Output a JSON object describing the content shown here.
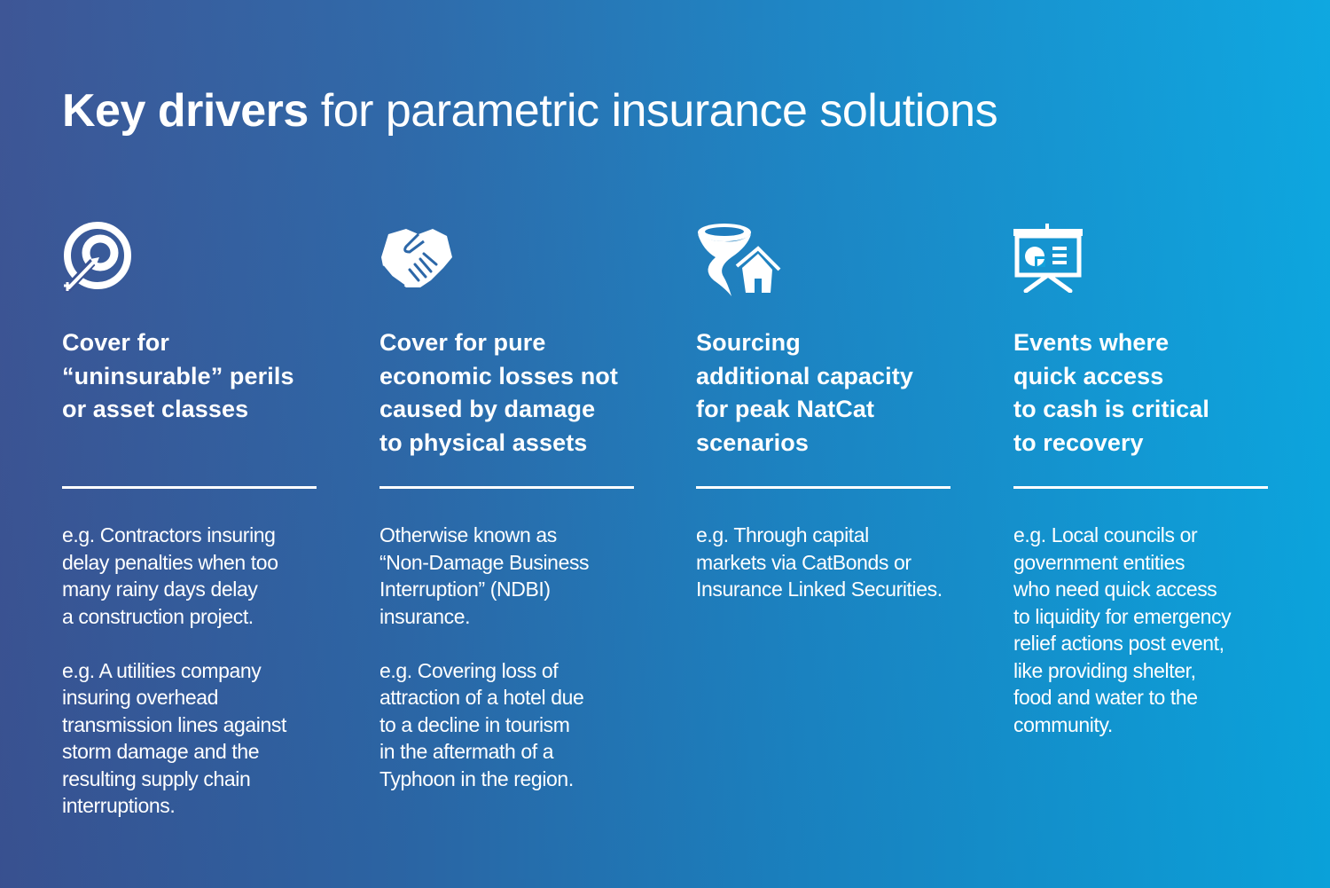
{
  "title": {
    "strong": "Key drivers",
    "light": " for parametric insurance solutions"
  },
  "colors": {
    "gradient_left": "#3a5394",
    "gradient_right": "#0aa6e0",
    "text": "#ffffff"
  },
  "columns": [
    {
      "icon": "target-arrow-icon",
      "heading_lines": [
        "Cover for",
        "“uninsurable” perils",
        "or asset classes"
      ],
      "paragraphs": [
        [
          "e.g. Contractors insuring",
          "delay penalties when too",
          "many rainy days delay",
          "a construction project."
        ],
        [
          "e.g. A utilities company",
          "insuring overhead",
          "transmission lines against",
          "storm damage and the",
          "resulting supply chain",
          "interruptions."
        ]
      ]
    },
    {
      "icon": "handshake-icon",
      "heading_lines": [
        "Cover for pure",
        "economic losses not",
        "caused by damage",
        "to physical assets"
      ],
      "paragraphs": [
        [
          "Otherwise known as",
          "“Non-Damage Business",
          "Interruption” (NDBI)",
          "insurance."
        ],
        [
          "e.g. Covering loss of",
          "attraction of a hotel due",
          "to a decline in tourism",
          "in the aftermath of a",
          "Typhoon in the region."
        ]
      ]
    },
    {
      "icon": "tornado-house-icon",
      "heading_lines": [
        "Sourcing",
        "additional capacity",
        "for peak NatCat",
        "scenarios"
      ],
      "paragraphs": [
        [
          "e.g. Through capital",
          "markets via CatBonds or",
          "Insurance Linked Securities."
        ]
      ]
    },
    {
      "icon": "presentation-board-icon",
      "heading_lines": [
        "Events where",
        "quick access",
        "to cash is critical",
        "to recovery"
      ],
      "paragraphs": [
        [
          "e.g. Local councils or",
          "government entities",
          "who need quick access",
          "to liquidity for emergency",
          "relief actions post event,",
          "like providing shelter,",
          "food and water to the",
          "community."
        ]
      ]
    }
  ]
}
